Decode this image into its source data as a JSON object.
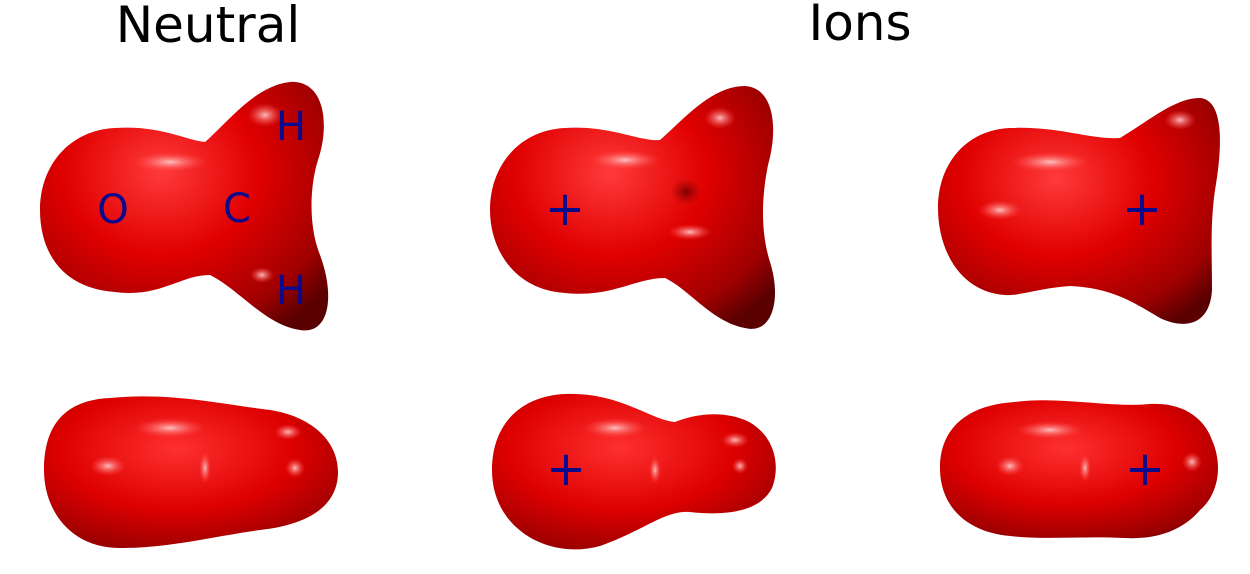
{
  "headings": {
    "neutral": "Neutral",
    "ions": "Ions"
  },
  "labels": {
    "oxygen": "O",
    "carbon": "C",
    "hydrogen_top": "H",
    "hydrogen_bottom": "H",
    "charge": "+"
  },
  "colors": {
    "surface": "#d40000",
    "surface_dark": "#700000",
    "surface_light": "#ff5a5a",
    "label": "#0a0a8c",
    "background": "#ffffff"
  }
}
